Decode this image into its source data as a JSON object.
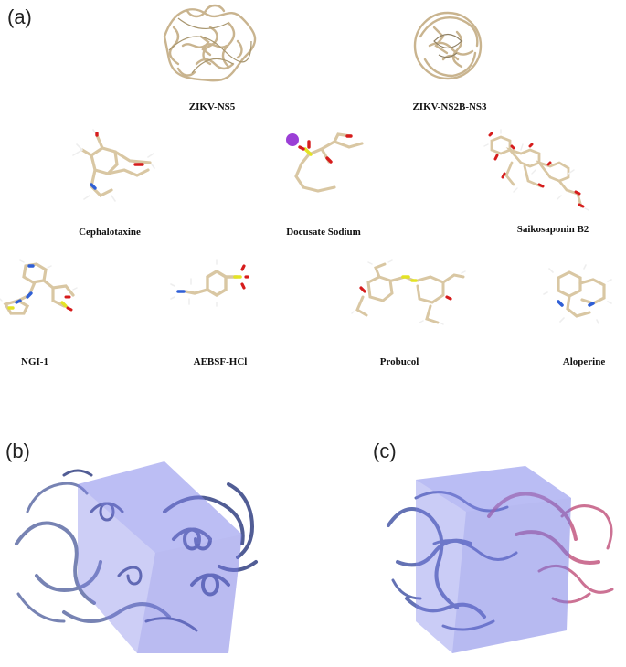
{
  "panels": {
    "a": "(a)",
    "b": "(b)",
    "c": "(c)"
  },
  "proteins": [
    {
      "name": "ZIKV-NS5"
    },
    {
      "name": "ZIKV-NS2B-NS3"
    }
  ],
  "compounds": [
    {
      "name": "Cephalotaxine"
    },
    {
      "name": "Docusate Sodium"
    },
    {
      "name": "Saikosaponin B2"
    },
    {
      "name": "NGI-1"
    },
    {
      "name": "AEBSF-HCl"
    },
    {
      "name": "Probucol"
    },
    {
      "name": "Aloperine"
    }
  ],
  "colors": {
    "ribbon_tan": "#c9b48f",
    "stick_tan": "#d9c7a3",
    "hydrogen": "#eeeeee",
    "oxygen": "#d61c1c",
    "nitrogen": "#2f5fd6",
    "sulfur": "#e3e324",
    "sodium": "#9b3fd6",
    "grid_box": "#7b7fe8",
    "ns5_ribbon": "#4a5a9a",
    "ns2b_ribbon": "#c0507a"
  }
}
